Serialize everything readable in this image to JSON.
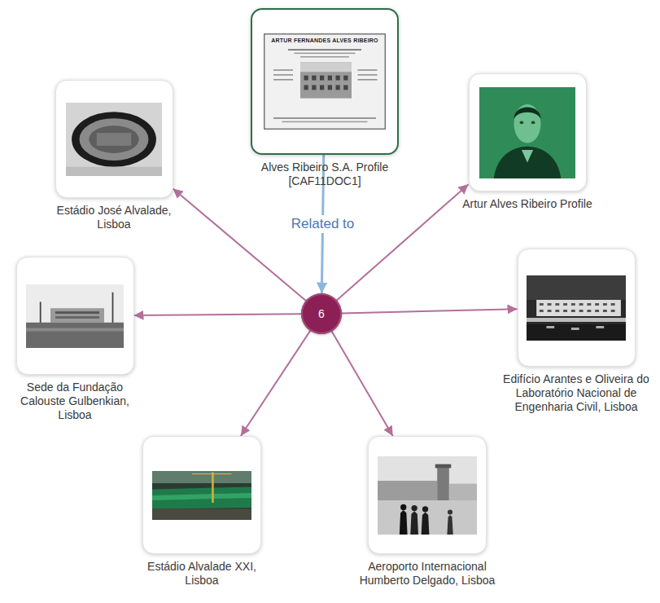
{
  "diagram": {
    "nodes": [
      {
        "text": [
          "Alves Ribeiro S.A. Profile [CAF11DOC1]"
        ]
      },
      {
        "text": [
          "6"
        ]
      },
      {
        "text": [
          "Artur Alves Ribeiro Profile"
        ]
      },
      {
        "text": [
          "Edifício Arantes e Oliveira do Laboratório Nacional de Engenharia Civil, Lisboa"
        ]
      },
      {
        "text": [
          "Aeroporto Internacional Humberto Delgado, Lisboa"
        ]
      },
      {
        "text": [
          "Estádio Alvalade XXI, Lisboa"
        ]
      },
      {
        "text": [
          "Sede da Fundação Calouste Gulbenkian, Lisboa"
        ]
      },
      {
        "text": [
          "Estádio José Alvalade, Lisboa"
        ]
      }
    ],
    "edges": [
      {
        "from": 0,
        "to": 1,
        "label": "Related to",
        "arrow": "to"
      },
      {
        "from": 1,
        "to": 2,
        "arrow": "to"
      },
      {
        "from": 1,
        "to": 3,
        "arrow": "to"
      },
      {
        "from": 1,
        "to": 4,
        "arrow": "to"
      },
      {
        "from": 1,
        "to": 5,
        "arrow": "to"
      },
      {
        "from": 1,
        "to": 6,
        "arrow": "to"
      },
      {
        "from": 1,
        "to": 7,
        "arrow": "to"
      }
    ],
    "labels": [
      "ARTUR FERNANDES ALVES RIBEIRO"
    ]
  }
}
